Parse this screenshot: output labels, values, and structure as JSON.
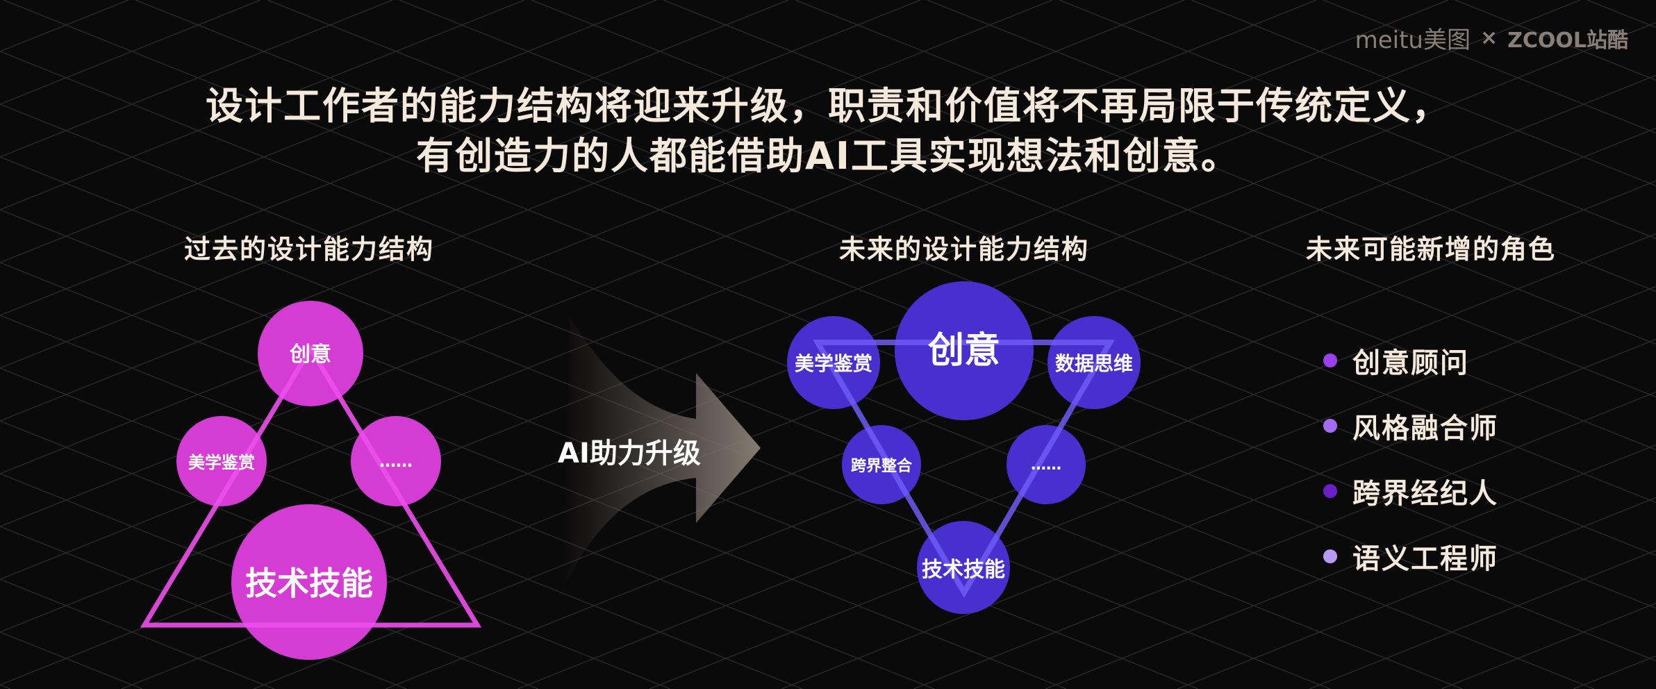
{
  "logo": {
    "brand1": "meitu美图",
    "separator": "×",
    "brand2": "ZCOOL站酷"
  },
  "title": {
    "line1": "设计工作者的能力结构将迎来升级，职责和价值将不再局限于传统定义，",
    "line2": "有创造力的人都能借助AI工具实现想法和创意。"
  },
  "past": {
    "heading": "过去的设计能力结构",
    "nodes": [
      "创意",
      "美学鉴赏",
      "……",
      "技术技能"
    ],
    "color": "#d43cd4",
    "line_color": "#f04ef0"
  },
  "arrow": {
    "label": "AI助力升级"
  },
  "future": {
    "heading": "未来的设计能力结构",
    "nodes": [
      "创意",
      "美学鉴赏",
      "数据思维",
      "跨界整合",
      "……",
      "技术技能"
    ],
    "color": "#4a2fd0",
    "line_color": "#6d5cf6"
  },
  "roles": {
    "heading": "未来可能新增的角色",
    "items": [
      {
        "label": "创意顾问",
        "color": "#9b3ff0"
      },
      {
        "label": "风格融合师",
        "color": "#a36cf2"
      },
      {
        "label": "跨界经纪人",
        "color": "#6a1fc8"
      },
      {
        "label": "语义工程师",
        "color": "#b89af5"
      }
    ]
  }
}
